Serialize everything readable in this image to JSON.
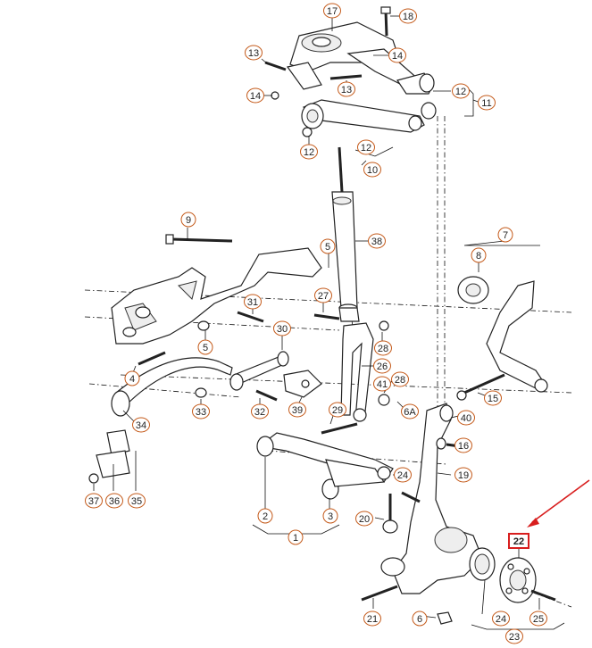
{
  "diagram": {
    "labels": {
      "l1": "1",
      "l2": "2",
      "l3": "3",
      "l4": "4",
      "l5a": "5",
      "l5b": "5",
      "l6": "6",
      "l6a": "6A",
      "l7": "7",
      "l8": "8",
      "l9": "9",
      "l10": "10",
      "l11": "11",
      "l12a": "12",
      "l12b": "12",
      "l12c": "12",
      "l13a": "13",
      "l13b": "13",
      "l14a": "14",
      "l14b": "14",
      "l15": "15",
      "l16": "16",
      "l17": "17",
      "l18": "18",
      "l19": "19",
      "l20": "20",
      "l21": "21",
      "l22": "22",
      "l23": "23",
      "l24a": "24",
      "l24b": "24",
      "l25": "25",
      "l26": "26",
      "l27": "27",
      "l28a": "28",
      "l28b": "28",
      "l29": "29",
      "l30": "30",
      "l31": "31",
      "l32": "32",
      "l33": "33",
      "l34": "34",
      "l35": "35",
      "l36": "36",
      "l37": "37",
      "l38": "38",
      "l39": "39",
      "l40": "40",
      "l41": "41"
    },
    "highlight_color": "#d81e1e",
    "label_color": "#c45a1a"
  }
}
